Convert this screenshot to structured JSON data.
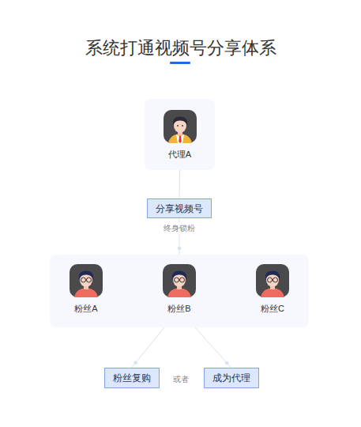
{
  "diagram": {
    "title": "系统打通视频号分享体系",
    "nodes": [
      {
        "text": [
          "代理A"
        ]
      },
      {
        "text": [
          "分享视频号"
        ]
      },
      {
        "text": []
      },
      {
        "text": [
          "粉丝A"
        ],
        "in": 2
      },
      {
        "text": [
          "粉丝B"
        ],
        "in": 2
      },
      {
        "text": [
          "粉丝C"
        ],
        "in": 2
      },
      {
        "text": [
          "粉丝复购"
        ]
      },
      {
        "text": [
          "成为代理"
        ]
      }
    ],
    "edges": [
      {
        "from": 0,
        "to": 1,
        "arrow": "none"
      },
      {
        "from": 1,
        "to": 2,
        "label": "终身锁粉",
        "arrow": "none"
      },
      {
        "from": 2,
        "to": 6,
        "arrow": "none"
      },
      {
        "from": 2,
        "to": 7,
        "arrow": "none"
      }
    ],
    "labels": [
      "或者"
    ]
  }
}
